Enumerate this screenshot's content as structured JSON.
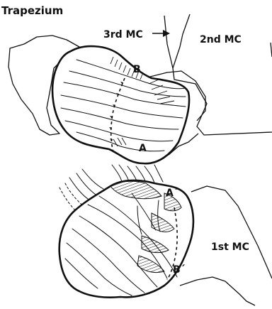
{
  "figure": {
    "labels": {
      "trapezium": "Trapezium",
      "mc3": "3rd MC",
      "mc2": "2nd MC",
      "mc1": "1st MC",
      "point_b": "B",
      "point_a": "A",
      "point_a_prime": "A´",
      "point_b_prime": "B´"
    },
    "colors": {
      "ink": "#111111",
      "paper": "#ffffff"
    }
  }
}
